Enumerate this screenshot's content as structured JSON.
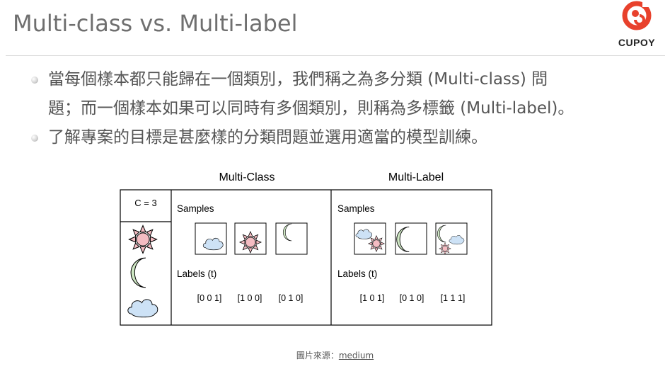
{
  "header": {
    "title": "Multi-class vs. Multi-label",
    "logo_text": "CUPOY",
    "logo_color": "#e8412c"
  },
  "bullets": [
    {
      "lines": [
        "當每個樣本都只能歸在一個類別，我們稱之為多分類 (Multi-class) 問",
        "題；而一個樣本如果可以同時有多個類別，則稱為多標籤 (Multi-label)。"
      ]
    },
    {
      "lines": [
        "了解專案的目標是甚麼樣的分類問題並選用適當的模型訓練。"
      ]
    }
  ],
  "figure": {
    "class_count_label": "C = 3",
    "legend_icons": [
      "sun-icon",
      "moon-icon",
      "cloud-icon"
    ],
    "multi_class": {
      "heading": "Multi-Class",
      "samples_label": "Samples",
      "labels_label": "Labels (t)",
      "samples": [
        {
          "icons": [
            "cloud-icon"
          ],
          "label": "[0 0 1]"
        },
        {
          "icons": [
            "sun-icon"
          ],
          "label": "[1 0 0]"
        },
        {
          "icons": [
            "moon-icon"
          ],
          "label": "[0 1 0]"
        }
      ]
    },
    "multi_label": {
      "heading": "Multi-Label",
      "samples_label": "Samples",
      "labels_label": "Labels (t)",
      "samples": [
        {
          "icons": [
            "cloud-icon",
            "sun-icon"
          ],
          "label": "[1 0 1]"
        },
        {
          "icons": [
            "moon-icon"
          ],
          "label": "[0 1 0]"
        },
        {
          "icons": [
            "moon-icon",
            "cloud-icon",
            "sun-icon"
          ],
          "label": "[1 1 1]"
        }
      ]
    },
    "colors": {
      "sun": "#f4bcc2",
      "moon": "#cfe8c4",
      "cloud": "#cde2f6"
    }
  },
  "caption": {
    "prefix": "圖片來源：",
    "link": "medium"
  }
}
